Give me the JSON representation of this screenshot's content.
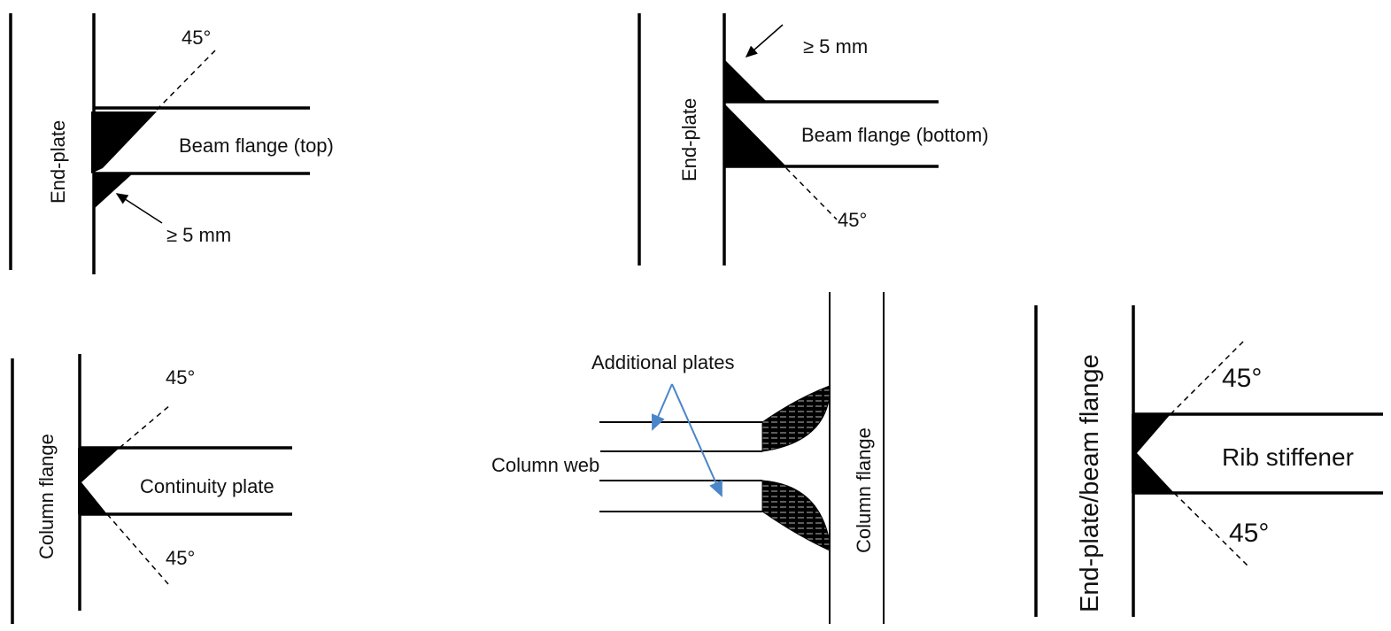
{
  "panels": {
    "top_flange": {
      "plate_label": "End-plate",
      "member_label": "Beam flange (top)",
      "angle_label": "45°",
      "size_label": "≥ 5 mm"
    },
    "bottom_flange": {
      "plate_label": "End-plate",
      "member_label": "Beam flange (bottom)",
      "angle_label": "45°",
      "size_label": "≥ 5 mm"
    },
    "continuity_plate": {
      "plate_label": "Column flange",
      "member_label": "Continuity plate",
      "angle_top_label": "45°",
      "angle_bottom_label": "45°"
    },
    "additional_plates": {
      "plates_label": "Additional plates",
      "web_label": "Column web",
      "flange_label": "Column flange",
      "arrow_color": "#4a86c8"
    },
    "rib_stiffener": {
      "plate_label": "End-plate/beam flange",
      "member_label": "Rib stiffener",
      "angle_top_label": "45°",
      "angle_bottom_label": "45°"
    }
  }
}
